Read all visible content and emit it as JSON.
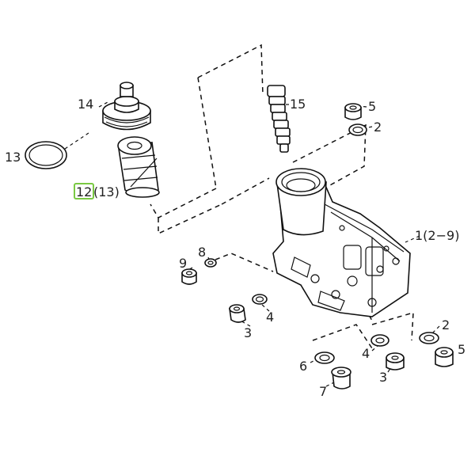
{
  "callouts": {
    "c14": "14",
    "c15": "15",
    "c5_top": "5",
    "c2_top": "2",
    "c13": "13",
    "c12": "12",
    "c12_sub": "(13)",
    "c1": "1(2−9)",
    "c9": "9",
    "c8": "8",
    "c3_left": "3",
    "c4_left": "4",
    "c2_right": "2",
    "c4_mid": "4",
    "c6": "6",
    "c3_mid": "3",
    "c7": "7",
    "c5_right": "5"
  },
  "highlight": {
    "color": "#7ac943",
    "target": "c12"
  }
}
